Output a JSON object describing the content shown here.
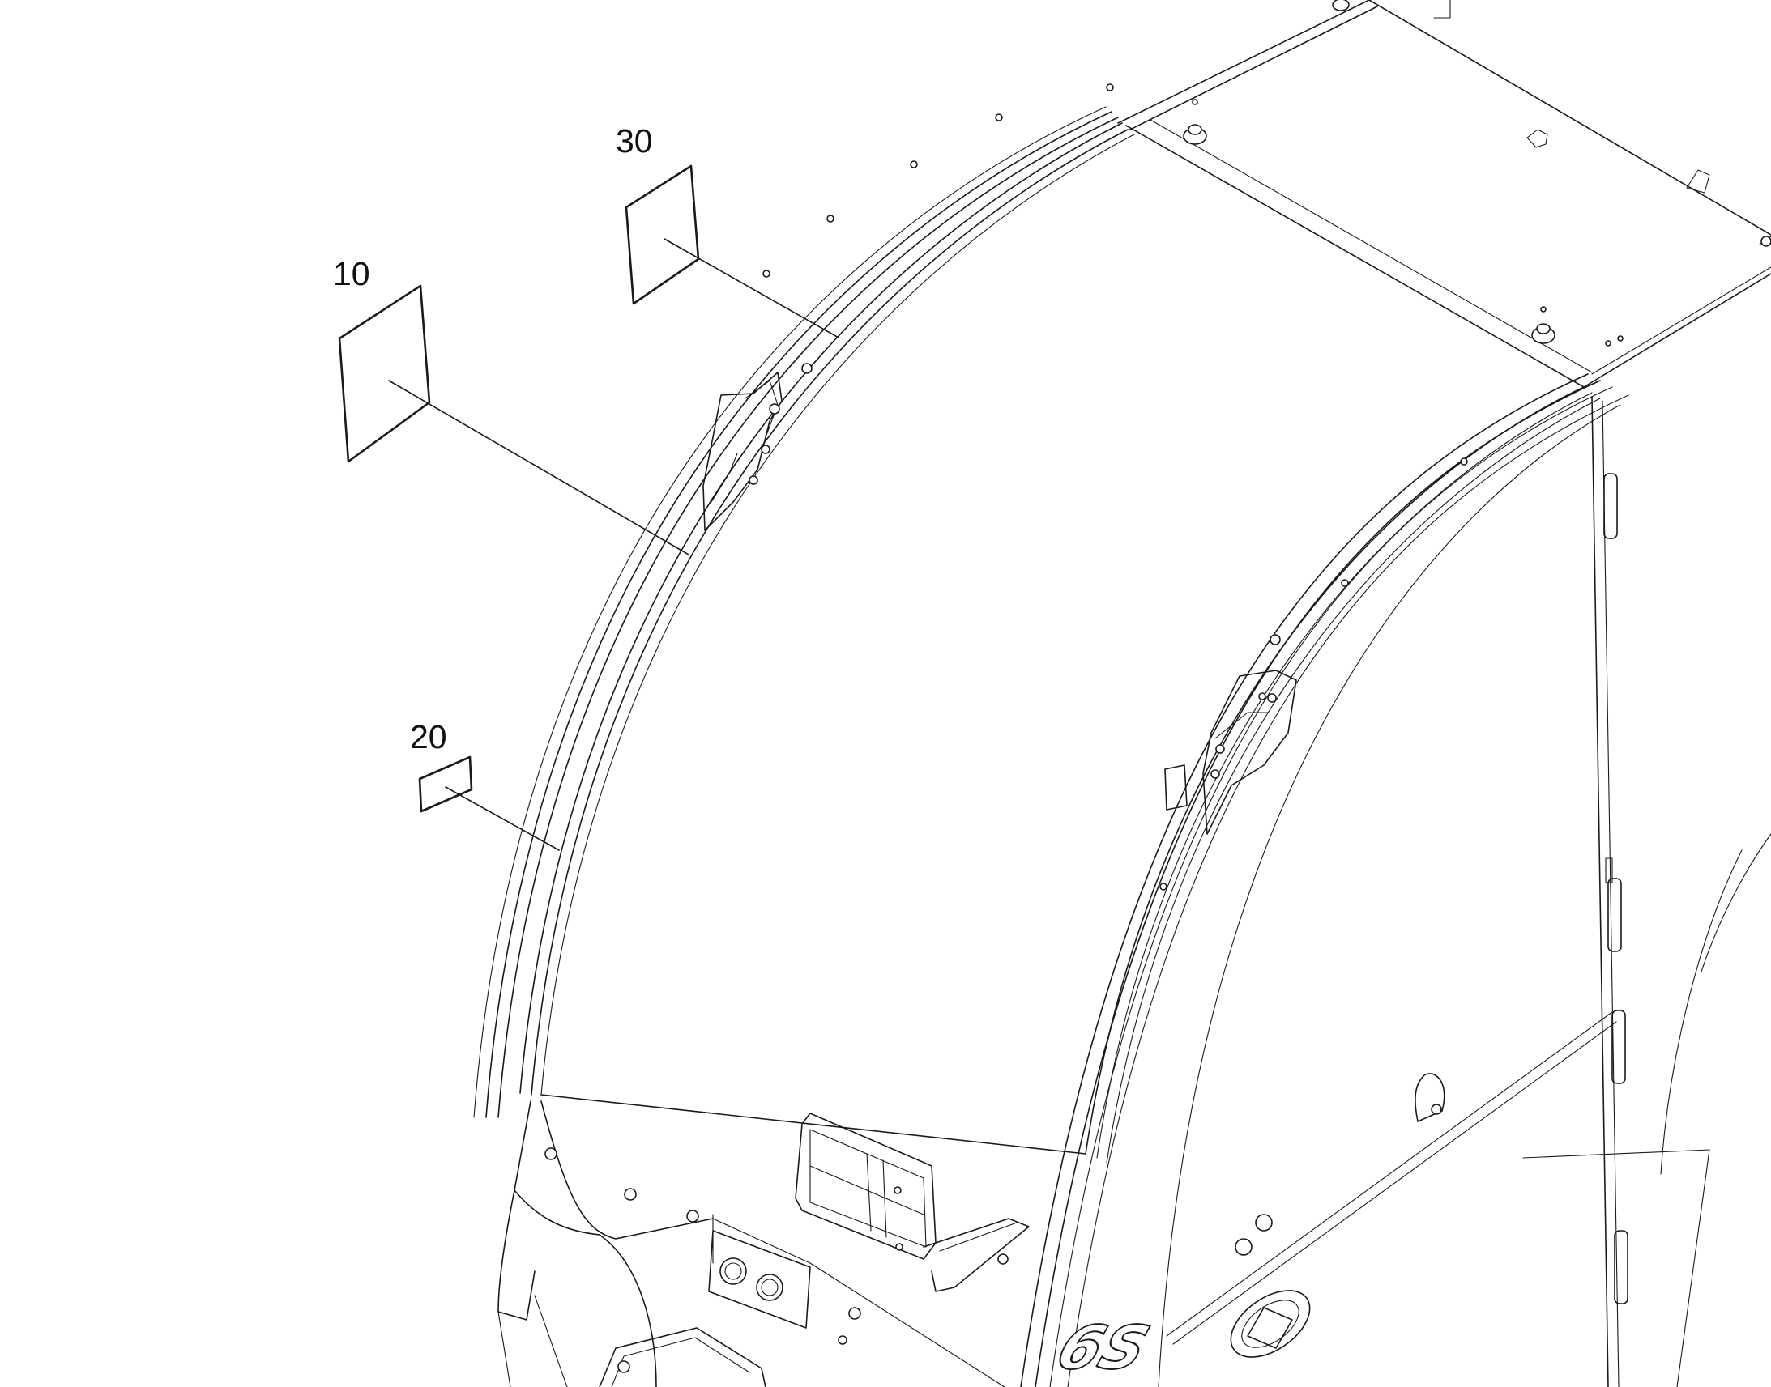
{
  "callouts": [
    {
      "id": "10",
      "label": "10"
    },
    {
      "id": "20",
      "label": "20"
    },
    {
      "id": "30",
      "label": "30"
    }
  ],
  "emblem_text": "6S",
  "colors": {
    "line": "#1a1a1a",
    "background": "#ffffff"
  }
}
